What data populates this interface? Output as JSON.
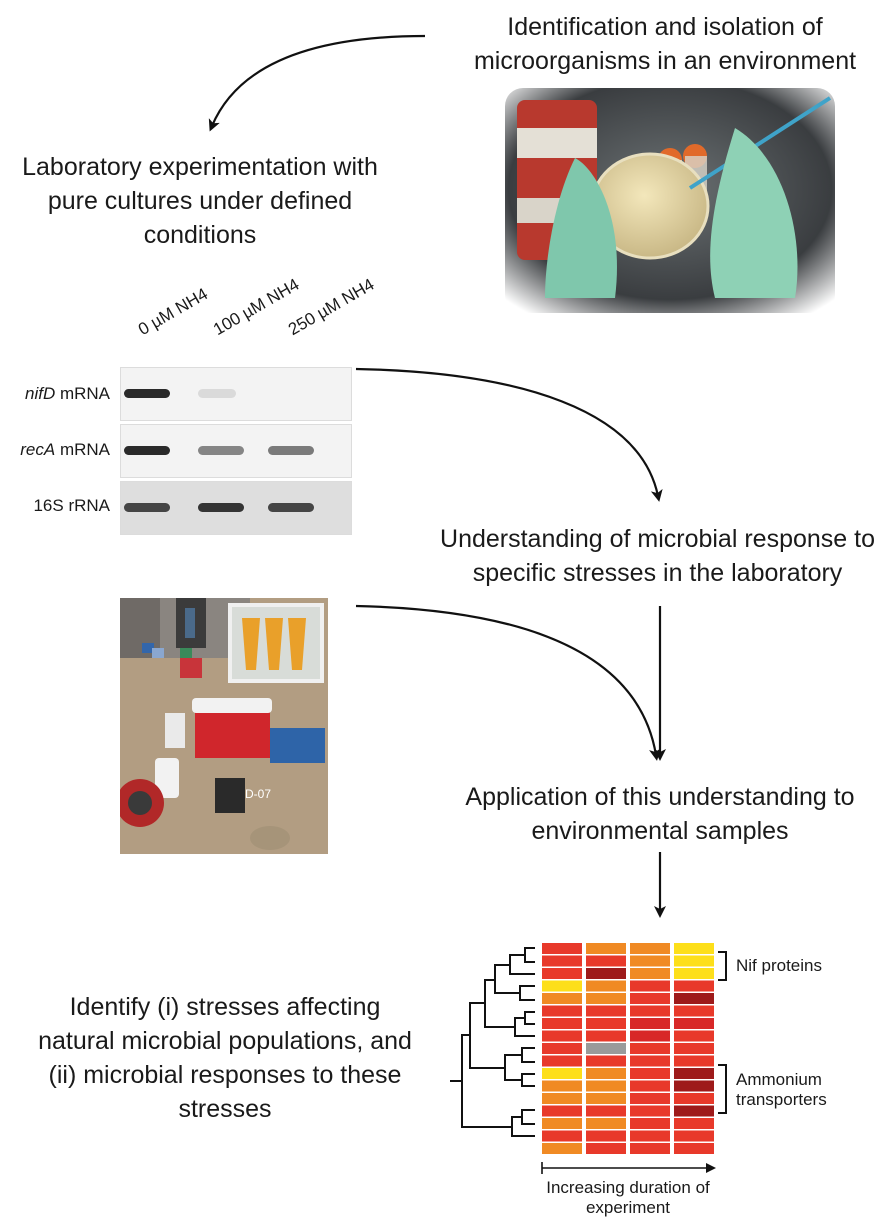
{
  "captions": {
    "top": "Identification and isolation of microorganisms in an environment",
    "lab": "Laboratory experimentation with pure cultures under defined conditions",
    "understanding": "Understanding of microbial response to specific stresses in the laboratory",
    "application": "Application of this understanding to environmental samples",
    "identify": "Identify (i) stresses affecting natural microbial populations, and (ii) microbial responses to these stresses"
  },
  "gel": {
    "lanes": [
      "0 µM NH4",
      "100 µM NH4",
      "250 µM NH4"
    ],
    "rows": [
      {
        "gene": "nifD",
        "suffix": " mRNA",
        "intensity": [
          1.0,
          0.1,
          0.0
        ]
      },
      {
        "gene": "recA",
        "suffix": " mRNA",
        "intensity": [
          1.0,
          0.55,
          0.6
        ]
      },
      {
        "gene": "16S",
        "suffix": " rRNA",
        "intensity": [
          0.85,
          0.95,
          0.85
        ]
      }
    ]
  },
  "field_photo": {
    "label": "D-07"
  },
  "heatmap": {
    "group_labels": [
      "Nif proteins",
      "Ammonium transporters"
    ],
    "xlabel": "Increasing duration of experiment",
    "colors": {
      "r": "#e8392a",
      "o": "#f08a24",
      "y": "#fddf1a",
      "d": "#9e1a1a",
      "g": "#9a9a9a",
      "c": "#d82828"
    },
    "rows": [
      [
        "r",
        "o",
        "o",
        "y"
      ],
      [
        "r",
        "r",
        "o",
        "y"
      ],
      [
        "r",
        "d",
        "o",
        "y"
      ],
      [
        "y",
        "o",
        "r",
        "r"
      ],
      [
        "o",
        "o",
        "r",
        "d"
      ],
      [
        "r",
        "r",
        "r",
        "r"
      ],
      [
        "r",
        "r",
        "c",
        "c"
      ],
      [
        "r",
        "r",
        "c",
        "r"
      ],
      [
        "r",
        "g",
        "r",
        "r"
      ],
      [
        "r",
        "r",
        "r",
        "r"
      ],
      [
        "y",
        "o",
        "r",
        "d"
      ],
      [
        "o",
        "o",
        "r",
        "d"
      ],
      [
        "o",
        "o",
        "r",
        "r"
      ],
      [
        "r",
        "r",
        "r",
        "d"
      ],
      [
        "o",
        "o",
        "r",
        "r"
      ],
      [
        "r",
        "r",
        "r",
        "r"
      ],
      [
        "o",
        "r",
        "r",
        "r"
      ]
    ]
  }
}
